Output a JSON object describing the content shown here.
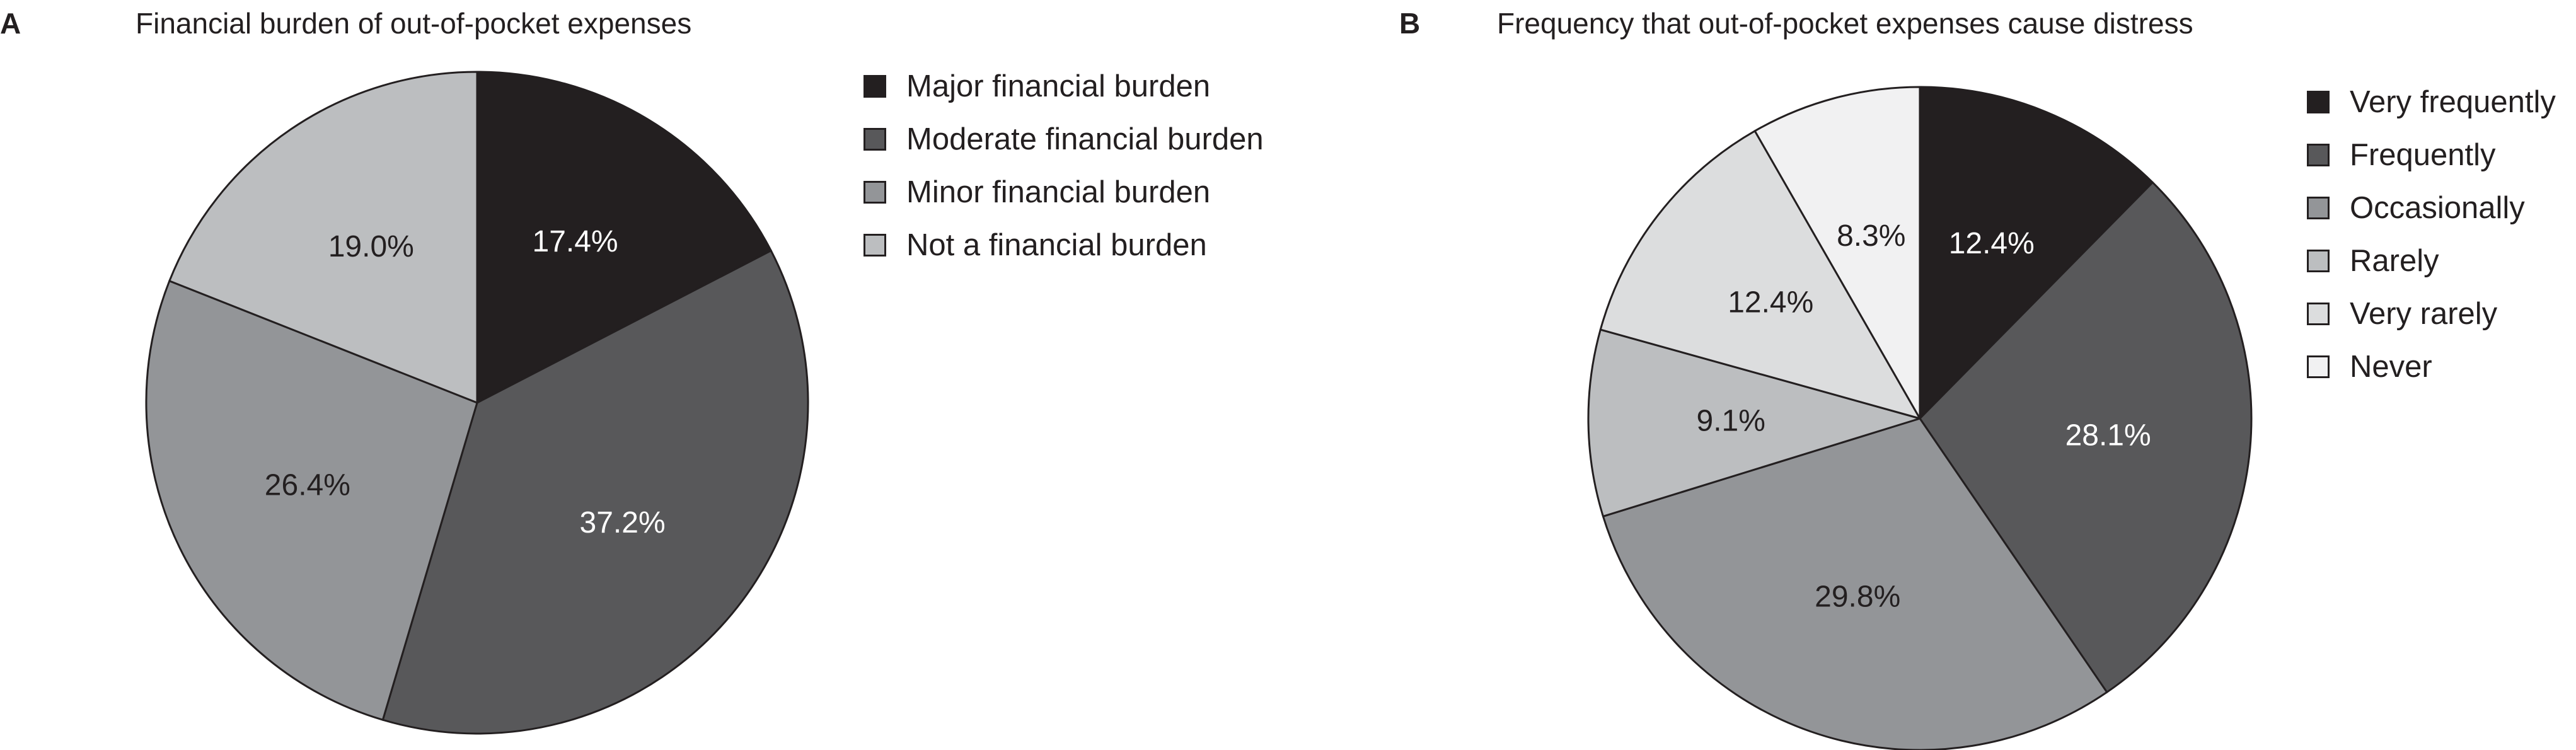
{
  "chart_data": [
    {
      "type": "pie",
      "panel_label": "A",
      "title": "Financial burden of out-of-pocket expenses",
      "categories": [
        "Major financial burden",
        "Moderate financial burden",
        "Minor financial burden",
        "Not a financial burden"
      ],
      "values": [
        17.4,
        37.2,
        26.4,
        19.0
      ],
      "labels": [
        "17.4%",
        "37.2%",
        "26.4%",
        "19.0%"
      ],
      "colors": [
        "#231f20",
        "#58585a",
        "#939598",
        "#bcbec0"
      ],
      "label_colors": [
        "#ffffff",
        "#ffffff",
        "#231f20",
        "#231f20"
      ],
      "legend_position": "right"
    },
    {
      "type": "pie",
      "panel_label": "B",
      "title": "Frequency that out-of-pocket expenses cause distress",
      "categories": [
        "Very frequently",
        "Frequently",
        "Occasionally",
        "Rarely",
        "Very rarely",
        "Never"
      ],
      "values": [
        12.4,
        28.1,
        29.8,
        9.1,
        12.4,
        8.3
      ],
      "labels": [
        "12.4%",
        "28.1%",
        "29.8%",
        "9.1%",
        "12.4%",
        "8.3%"
      ],
      "colors": [
        "#231f20",
        "#58585a",
        "#939598",
        "#bcbec0",
        "#dcddde",
        "#f1f1f2"
      ],
      "label_colors": [
        "#ffffff",
        "#ffffff",
        "#231f20",
        "#231f20",
        "#231f20",
        "#231f20"
      ],
      "legend_position": "right"
    }
  ]
}
